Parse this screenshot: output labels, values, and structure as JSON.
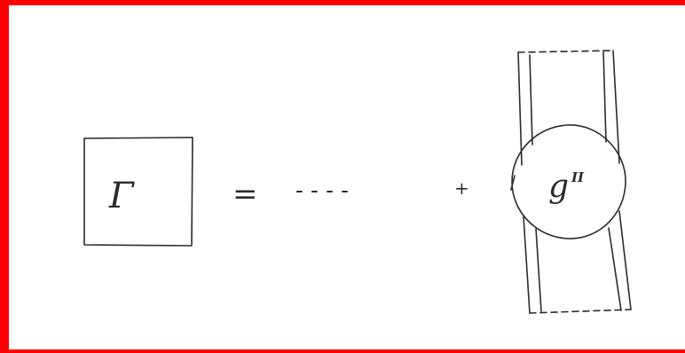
{
  "diagram": {
    "box_symbol": "Γ",
    "equals": "=",
    "ellipsis": "- - - -",
    "plus": "+",
    "vertex_symbol": "g",
    "vertex_superscript": "II"
  },
  "colors": {
    "frame_border": "#ff0000",
    "ink": "#2b2b2b",
    "background": "#ffffff"
  }
}
